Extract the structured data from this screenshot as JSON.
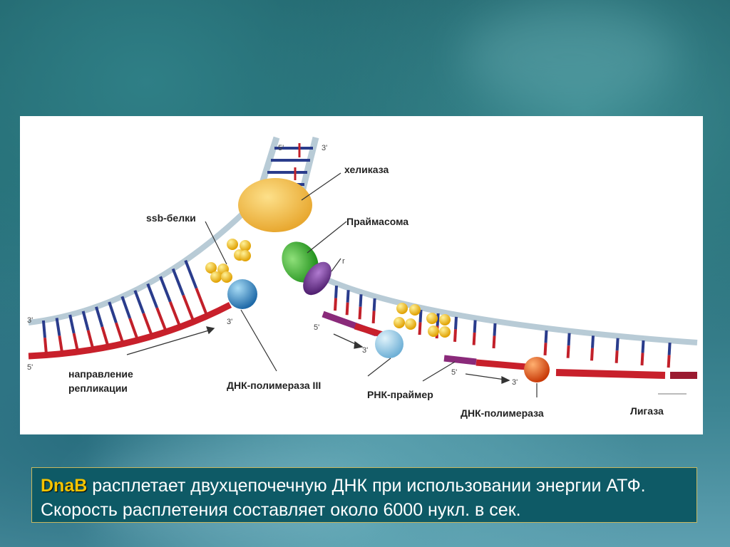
{
  "diagram": {
    "labels": {
      "helicase": "хеликаза",
      "ssb": "ssb-белки",
      "primasome": "Праймасома",
      "direction_line1": "направление",
      "direction_line2": "репликации",
      "pol3": "ДНК-полимераза III",
      "rna_primer": "РНК-праймер",
      "dna_pol": "ДНК-полимераза",
      "ligase": "Лигаза"
    },
    "ends": {
      "top_5": "5'",
      "top_3": "3'",
      "left_3": "3'",
      "left_5": "5'",
      "pol3_3": "3'",
      "lag_5a": "5'",
      "lag_3a": "3'",
      "lag_5b": "5'",
      "lag_3b": "3'",
      "tiny_p": "r"
    },
    "colors": {
      "strand": "#b8cbd6",
      "rung_blue": "#2a3c8c",
      "rung_red": "#c2202a",
      "new_strand": "#c8202b",
      "primer": "#8a2a7a",
      "helicase": "#f0b840",
      "ssb": "#f2c21a",
      "primase_green": "#2fb02a",
      "primase_purple": "#6a2a8a",
      "pol3": "#3a8fcf",
      "pol3_light": "#9dcbe6",
      "dna_pol": "#e05a18",
      "ligase_seg": "#9a1a30"
    }
  },
  "caption": {
    "highlight": "DnaB",
    "text": " расплетает двухцепочечную ДНК при использовании энергии АТФ. Скорость расплетения составляет около 6000 нукл. в сек."
  }
}
